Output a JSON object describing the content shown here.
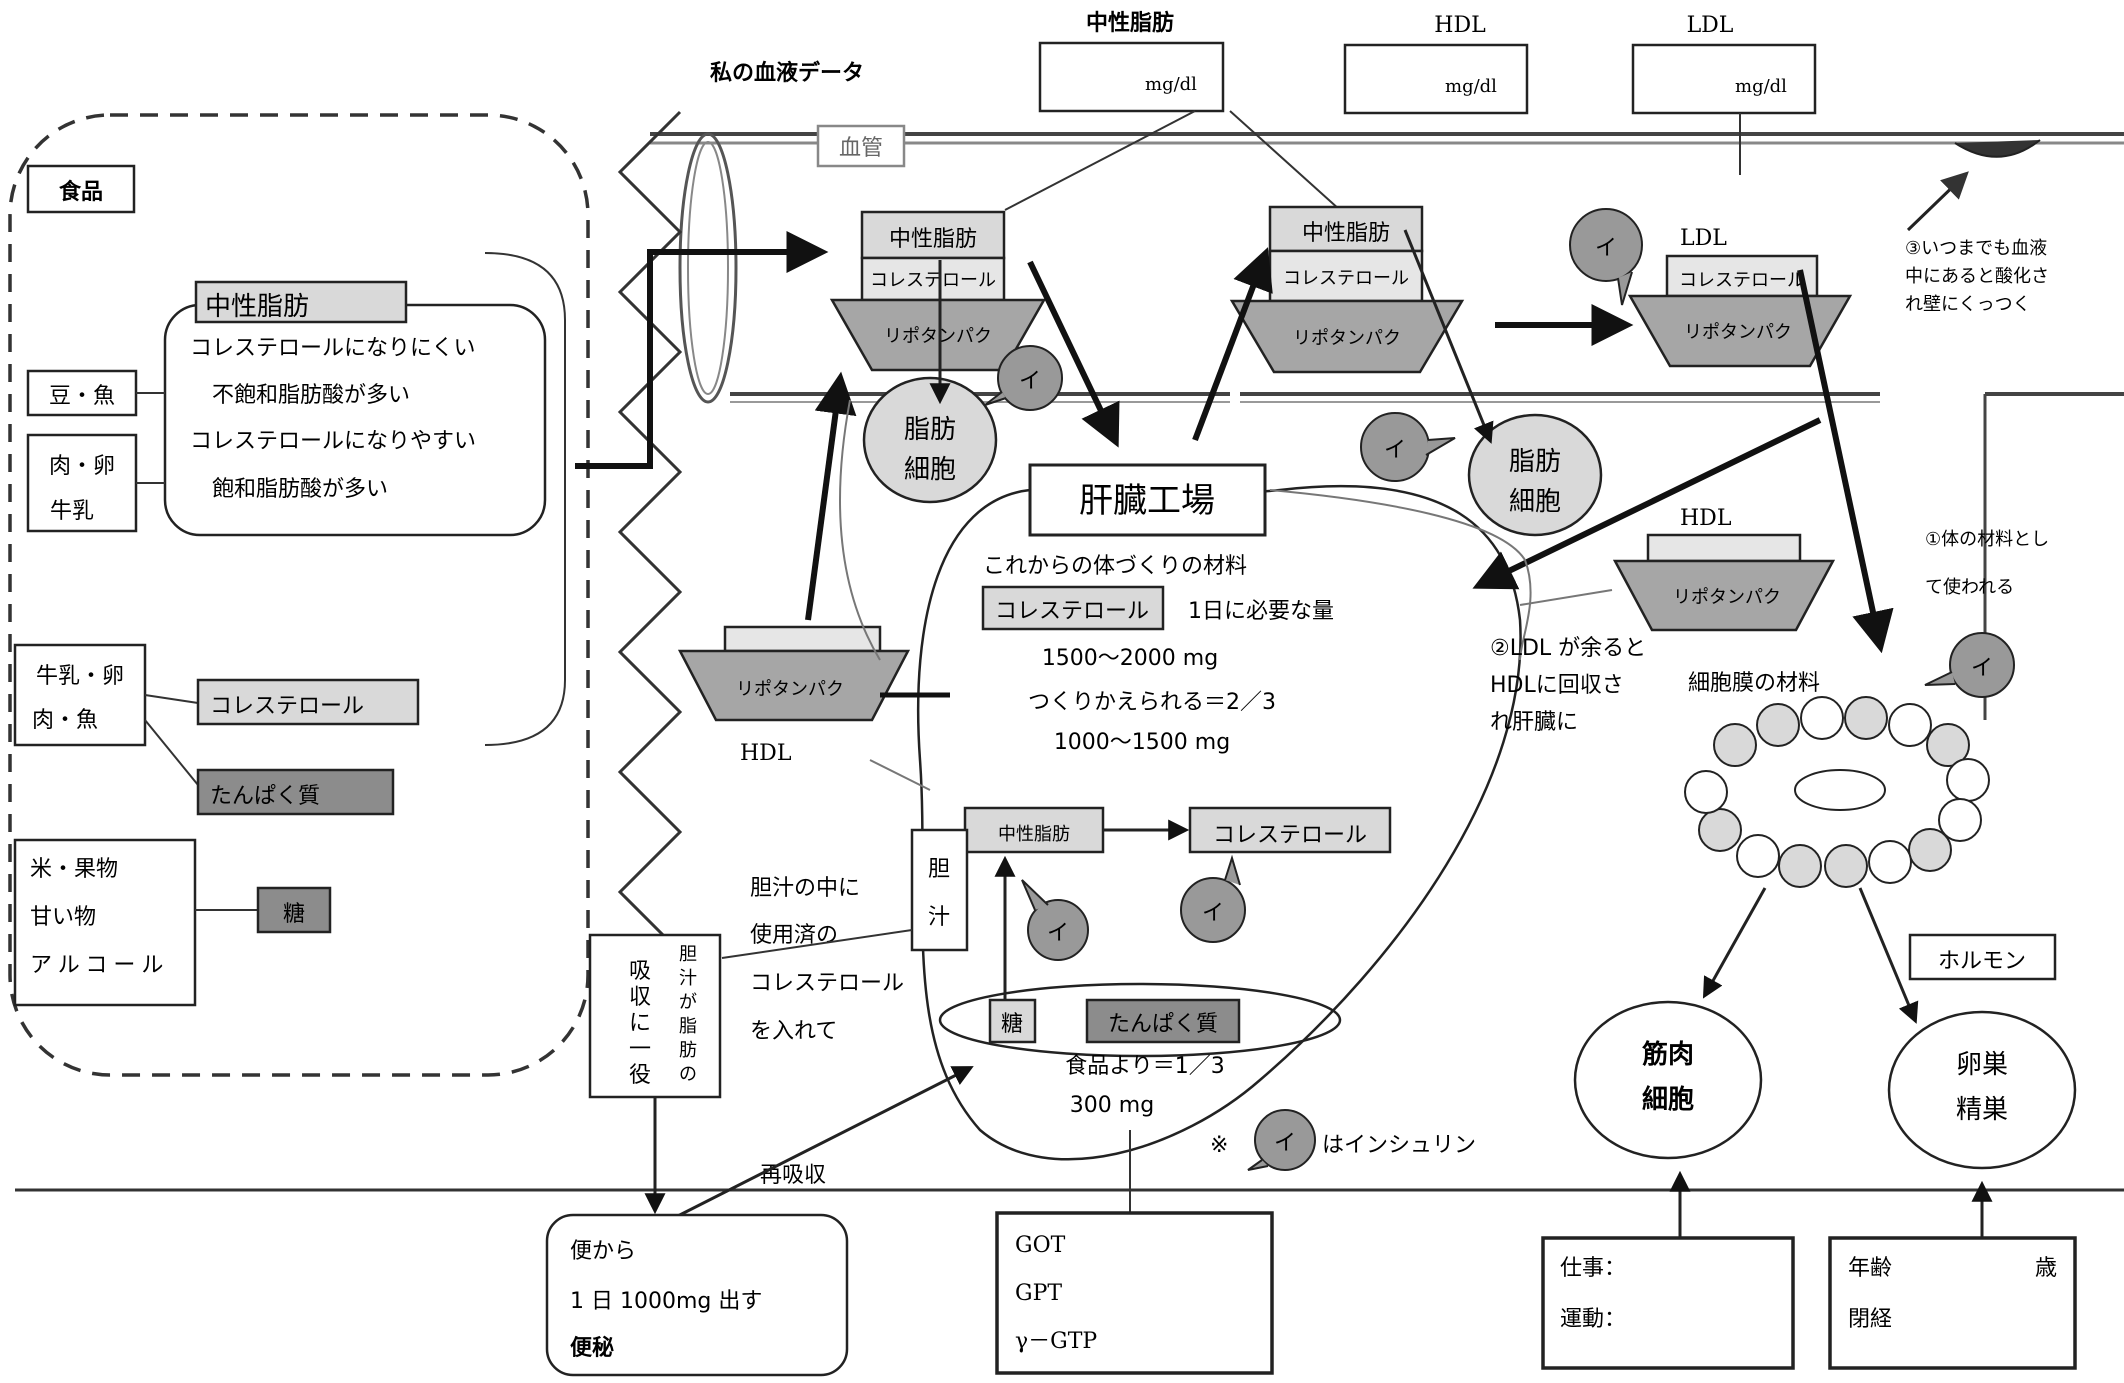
{
  "header": {
    "blood_data_title": "私の血液データ",
    "tg_label": "中性脂肪",
    "hdl_label": "HDL",
    "ldl_label": "LDL",
    "unit": "mg/dl",
    "vessel_label": "血管"
  },
  "foods": {
    "heading": "食品",
    "fat_title": "中性脂肪",
    "lines": [
      "コレステロールになりにくい",
      "不飽和脂肪酸が多い",
      "コレステロールになりやすい",
      "飽和脂肪酸が多い"
    ],
    "bean_fish": "豆・魚",
    "meat_egg_1": "肉・卵",
    "meat_egg_2": "牛乳",
    "milk_1": "牛乳・卵",
    "milk_2": "肉・魚",
    "cholesterol": "コレステロール",
    "protein": "たんぱく質",
    "rice_1": "米・果物",
    "rice_2": "甘い物",
    "rice_3": "アルコール",
    "sugar": "糖"
  },
  "lipoproteins": {
    "fat": "中性脂肪",
    "cholesterol": "コレステロール",
    "protein": "リポタンパク",
    "ldl": "LDL",
    "hdl": "HDL",
    "insulin_glyph": "イ"
  },
  "adipose": {
    "line1": "脂肪",
    "line2": "細胞"
  },
  "liver": {
    "title": "肝臓工場",
    "subtitle": "これからの体づくりの材料",
    "chol_box": "コレステロール",
    "daily_need": "1日に必要な量",
    "amount": "1500～2000 mg",
    "recycled": "つくりかえられる＝2／3",
    "recycled_amount": "1000～1500 mg",
    "fat_box": "中性脂肪",
    "chol_box2": "コレステロール",
    "sugar": "糖",
    "protein": "たんぱく質",
    "from_food": "食品より＝1／3",
    "food_amount": "300 mg"
  },
  "bile": {
    "label_1": "胆",
    "label_2": "汁",
    "note": [
      "胆汁の中に",
      "使用済の",
      "コレステロール",
      "を入れて"
    ],
    "vertical_1": [
      "胆",
      "汁",
      "が",
      "脂",
      "肪",
      "の"
    ],
    "vertical_2": [
      "吸",
      "収",
      "に",
      "一",
      "役"
    ],
    "reabsorb": "再吸収",
    "stool": [
      "便から",
      "1 日 1000mg 出す",
      "便秘"
    ]
  },
  "liver_tests": [
    "GOT",
    "GPT",
    "γ－GTP"
  ],
  "notes": {
    "insulin_prefix": "※",
    "insulin_suffix": "はインシュリン",
    "oxidize": [
      "③いつまでも血液",
      "中にあると酸化さ",
      "れ壁にくっつく"
    ],
    "hdl_collect": [
      "②LDL が余ると",
      "HDLに回収さ",
      "れ肝臓に"
    ],
    "body_material": [
      "①体の材料とし",
      "て使われる"
    ],
    "membrane": "細胞膜の材料",
    "hormone": "ホルモン"
  },
  "cells": {
    "muscle": [
      "筋肉",
      "細胞"
    ],
    "ovary": [
      "卵巣",
      "精巣"
    ]
  },
  "inputs": {
    "work": "仕事：",
    "exercise": "運動：",
    "age": "年齢",
    "age_unit": "歳",
    "menopause": "閉経"
  },
  "colors": {
    "light_gray": "#d9d9d9",
    "dark_gray": "#8c8c8c",
    "line": "#222222"
  }
}
